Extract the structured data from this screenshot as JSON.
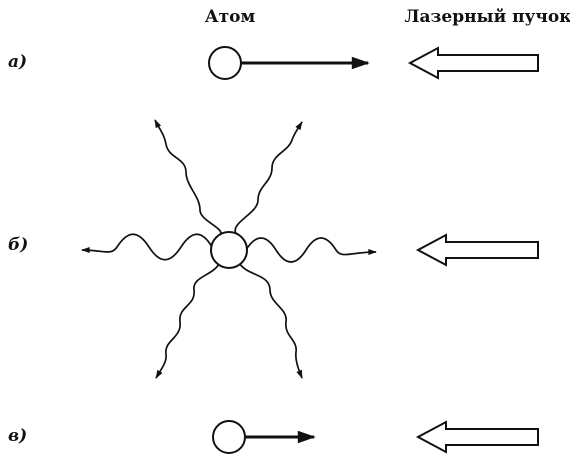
{
  "header": {
    "atom_label": "Атом",
    "laser_label": "Лазерный пучок"
  },
  "rows": [
    {
      "id": "a",
      "label": "а)"
    },
    {
      "id": "b",
      "label": "б)"
    },
    {
      "id": "v",
      "label": "в)"
    }
  ],
  "colors": {
    "ink": "#111111",
    "background": "#ffffff"
  }
}
